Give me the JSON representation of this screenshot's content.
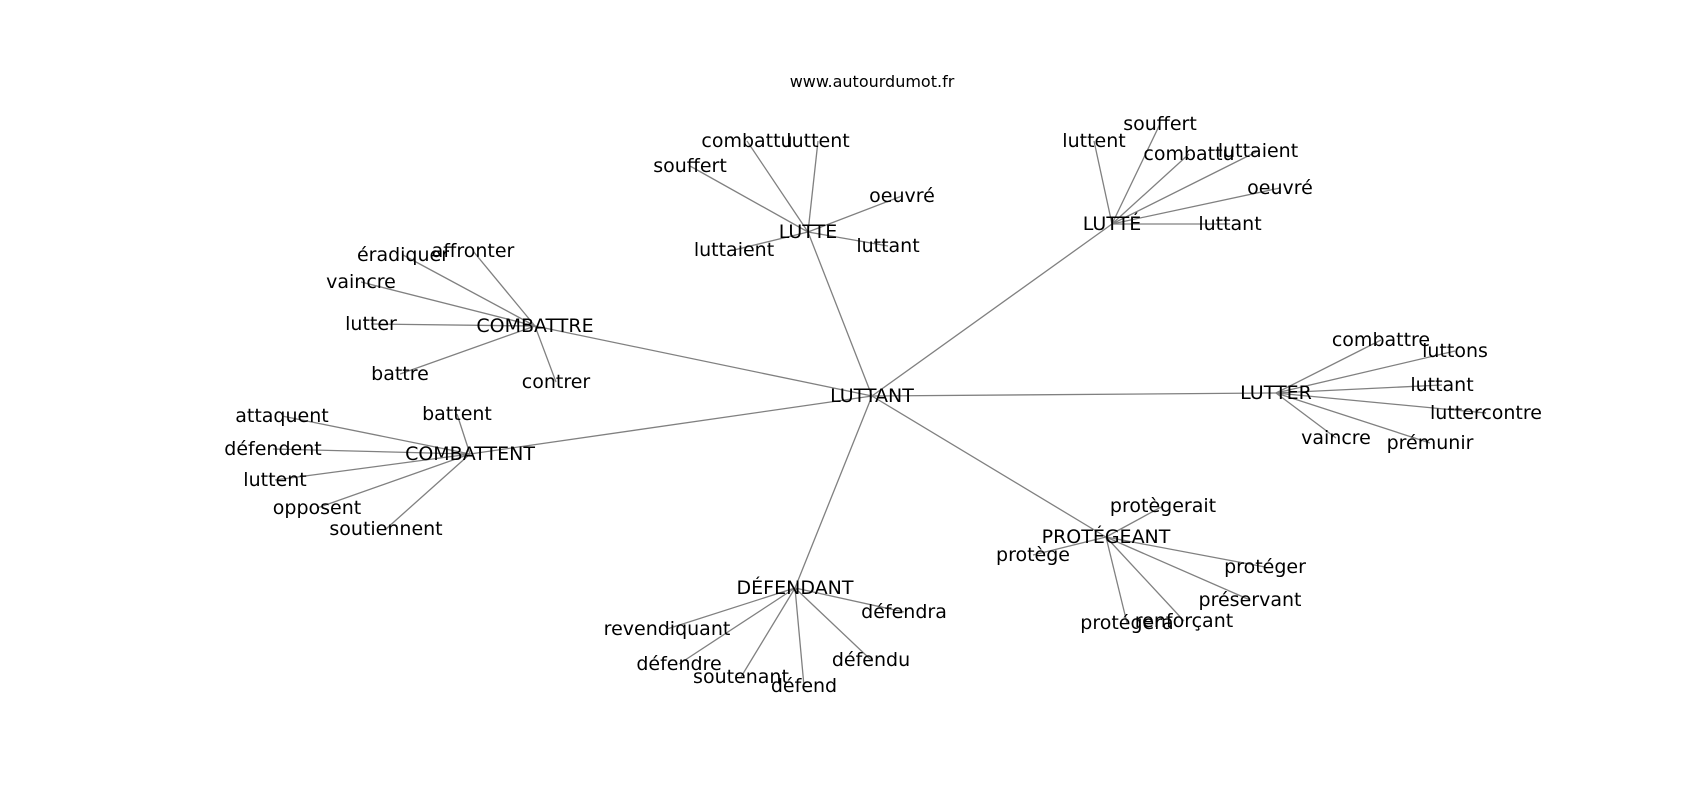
{
  "site": "www.autourdumot.fr",
  "graph": {
    "center": "LUTTANT",
    "clusters": [
      {
        "hub": "LUTTE",
        "leaves": [
          "combattu",
          "luttent",
          "souffert",
          "oeuvré",
          "luttaient",
          "luttant"
        ]
      },
      {
        "hub": "LUTTÉ",
        "leaves": [
          "luttent",
          "souffert",
          "combattu",
          "luttaient",
          "oeuvré",
          "luttant"
        ]
      },
      {
        "hub": "COMBATTRE",
        "leaves": [
          "éradiquer",
          "affronter",
          "vaincre",
          "lutter",
          "battre",
          "contrer"
        ]
      },
      {
        "hub": "LUTTER",
        "leaves": [
          "combattre",
          "luttons",
          "luttant",
          "luttercontre",
          "vaincre",
          "prémunir"
        ]
      },
      {
        "hub": "COMBATTENT",
        "leaves": [
          "attaquent",
          "battent",
          "défendent",
          "luttent",
          "opposent",
          "soutiennent"
        ]
      },
      {
        "hub": "PROTÉGEANT",
        "leaves": [
          "protègerait",
          "protège",
          "protéger",
          "préservant",
          "protégera",
          "renforçant"
        ]
      },
      {
        "hub": "DÉFENDANT",
        "leaves": [
          "défendra",
          "revendiquant",
          "défendre",
          "défendu",
          "soutenant",
          "défend"
        ]
      }
    ]
  }
}
